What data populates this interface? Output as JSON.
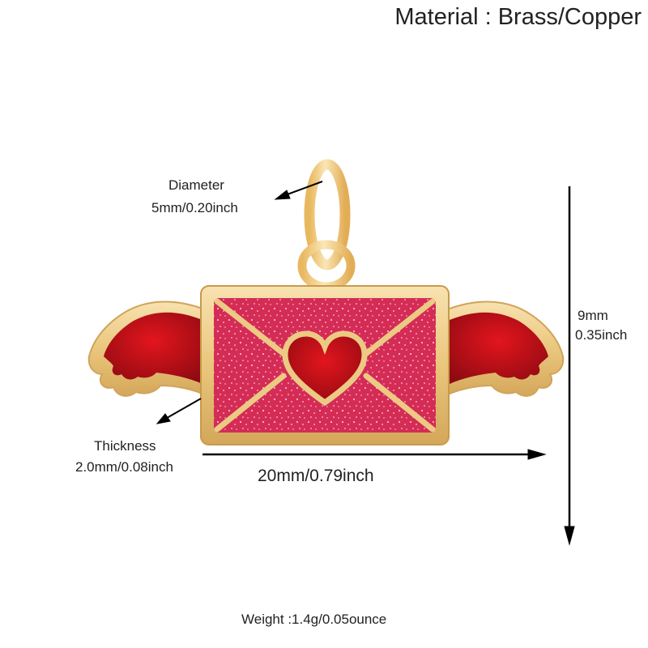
{
  "header": {
    "material": "Material : Brass/Copper"
  },
  "dimensions": {
    "diameter_label": "Diameter",
    "diameter_value": "5mm/0.20inch",
    "thickness_label": "Thickness",
    "thickness_value": "2.0mm/0.08inch",
    "height_mm": "9mm",
    "height_inch": "0.35inch",
    "width": "20mm/0.79inch"
  },
  "footer": {
    "weight": "Weight :1.4g/0.05ounce"
  },
  "product": {
    "name": "winged envelope heart charm",
    "colors": {
      "gold": "#e9c47a",
      "gold_highlight": "#f8e2b0",
      "gold_shadow": "#c99a4c",
      "pink_glitter": "#d9305a",
      "deep_red": "#b3101a",
      "arrow": "#000000"
    }
  }
}
